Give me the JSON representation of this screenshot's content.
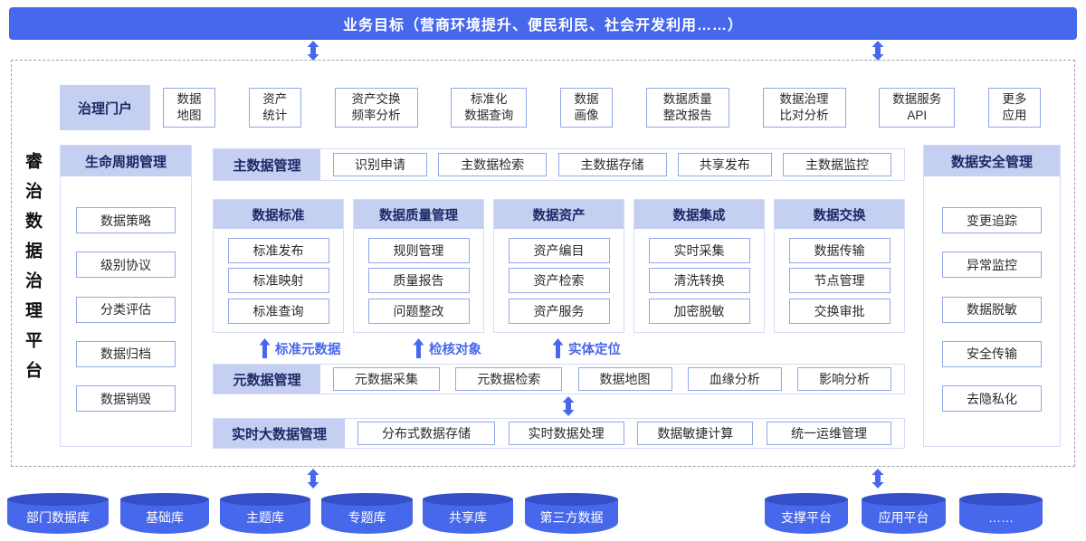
{
  "colors": {
    "primary_blue": "#4768EA",
    "header_bg": "#C5CFF1",
    "header_text": "#1B2A66",
    "box_border": "#93A8E6",
    "cylinder_top": "#3450C8"
  },
  "banner": {
    "title": "业务目标（营商环境提升、便民利民、社会开发利用……）"
  },
  "platform_title": "睿治数据治理平台",
  "portal": {
    "header": "治理门户",
    "items": [
      "数据\n地图",
      "资产\n统计",
      "资产交换\n频率分析",
      "标准化\n数据查询",
      "数据\n画像",
      "数据质量\n整改报告",
      "数据治理\n比对分析",
      "数据服务\nAPI",
      "更多\n应用"
    ]
  },
  "lifecycle": {
    "header": "生命周期管理",
    "items": [
      "数据策略",
      "级别协议",
      "分类评估",
      "数据归档",
      "数据销毁"
    ]
  },
  "master_data": {
    "header": "主数据管理",
    "items": [
      "识别申请",
      "主数据检索",
      "主数据存储",
      "共享发布",
      "主数据监控"
    ]
  },
  "capability_columns": [
    {
      "header": "数据标准",
      "items": [
        "标准发布",
        "标准映射",
        "标准查询"
      ]
    },
    {
      "header": "数据质量管理",
      "items": [
        "规则管理",
        "质量报告",
        "问题整改"
      ]
    },
    {
      "header": "数据资产",
      "items": [
        "资产编目",
        "资产检索",
        "资产服务"
      ]
    },
    {
      "header": "数据集成",
      "items": [
        "实时采集",
        "清洗转换",
        "加密脱敏"
      ]
    },
    {
      "header": "数据交换",
      "items": [
        "数据传输",
        "节点管理",
        "交换审批"
      ]
    }
  ],
  "flow_labels": [
    "标准元数据",
    "检核对象",
    "实体定位"
  ],
  "metadata": {
    "header": "元数据管理",
    "items": [
      "元数据采集",
      "元数据检索",
      "数据地图",
      "血缘分析",
      "影响分析"
    ]
  },
  "realtime": {
    "header": "实时大数据管理",
    "items": [
      "分布式数据存储",
      "实时数据处理",
      "数据敏捷计算",
      "统一运维管理"
    ]
  },
  "security": {
    "header": "数据安全管理",
    "items": [
      "变更追踪",
      "异常监控",
      "数据脱敏",
      "安全传输",
      "去隐私化"
    ]
  },
  "databases": [
    "部门数据库",
    "基础库",
    "主题库",
    "专题库",
    "共享库",
    "第三方数据"
  ],
  "platforms": [
    "支撑平台",
    "应用平台",
    "……"
  ]
}
